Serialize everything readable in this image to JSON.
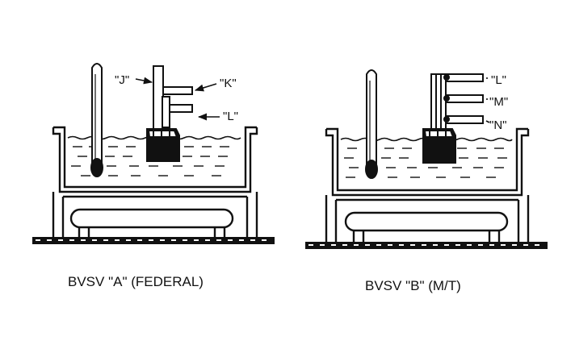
{
  "panels": [
    {
      "id": "a",
      "caption": "BVSV \"A\" (FEDERAL)",
      "ports": [
        {
          "text": "\"J\""
        },
        {
          "text": "\"K\""
        },
        {
          "text": "\"L\""
        }
      ]
    },
    {
      "id": "b",
      "caption": "BVSV \"B\" (M/T)",
      "ports": [
        {
          "text": "\"L\""
        },
        {
          "text": "\"M\""
        },
        {
          "text": "\"N\""
        }
      ]
    }
  ]
}
